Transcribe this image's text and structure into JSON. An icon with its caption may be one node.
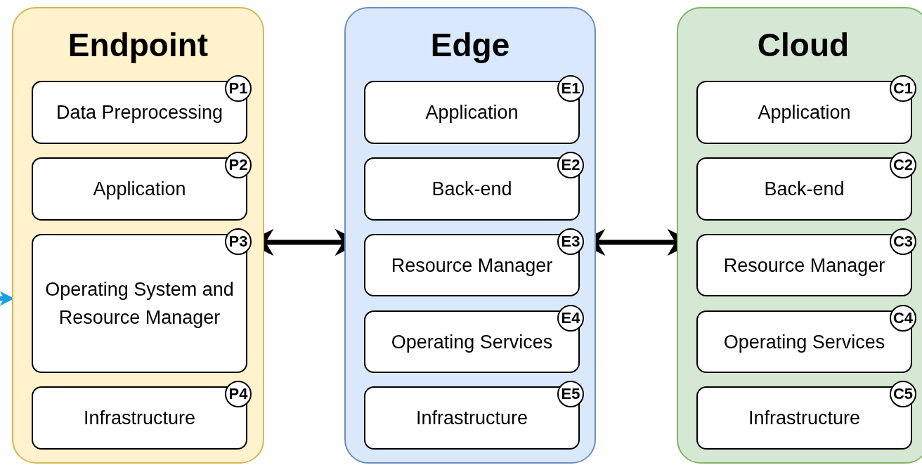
{
  "diagram": {
    "nodes": [
      {
        "text": [
          "Endpoint"
        ]
      },
      {
        "text": [
          "P1",
          "Data Preprocessing"
        ],
        "in": 0
      },
      {
        "text": [
          "P2",
          "Application"
        ],
        "in": 0
      },
      {
        "text": [
          "P3",
          "Operating System and Resource Manager"
        ],
        "in": 0
      },
      {
        "text": [
          "P4",
          "Infrastructure"
        ],
        "in": 0
      },
      {
        "text": [
          "Edge"
        ]
      },
      {
        "text": [
          "E1",
          "Application"
        ],
        "in": 5
      },
      {
        "text": [
          "E2",
          "Back-end"
        ],
        "in": 5
      },
      {
        "text": [
          "E3",
          "Resource Manager"
        ],
        "in": 5
      },
      {
        "text": [
          "E4",
          "Operating Services"
        ],
        "in": 5
      },
      {
        "text": [
          "E5",
          "Infrastructure"
        ],
        "in": 5
      },
      {
        "text": [
          "Cloud"
        ]
      },
      {
        "text": [
          "C1",
          "Application"
        ],
        "in": 11
      },
      {
        "text": [
          "C2",
          "Back-end"
        ],
        "in": 11
      },
      {
        "text": [
          "C3",
          "Resource Manager"
        ],
        "in": 11
      },
      {
        "text": [
          "C4",
          "Operating Services"
        ],
        "in": 11
      },
      {
        "text": [
          "C5",
          "Infrastructure"
        ],
        "in": 11
      }
    ],
    "edges": [
      {
        "from": 0,
        "to": 5,
        "arrow": "both"
      },
      {
        "from": 5,
        "to": 11,
        "arrow": "both"
      },
      {
        "from": null,
        "to": 0,
        "arrow": "to",
        "color": "#1ba1e2"
      }
    ]
  }
}
